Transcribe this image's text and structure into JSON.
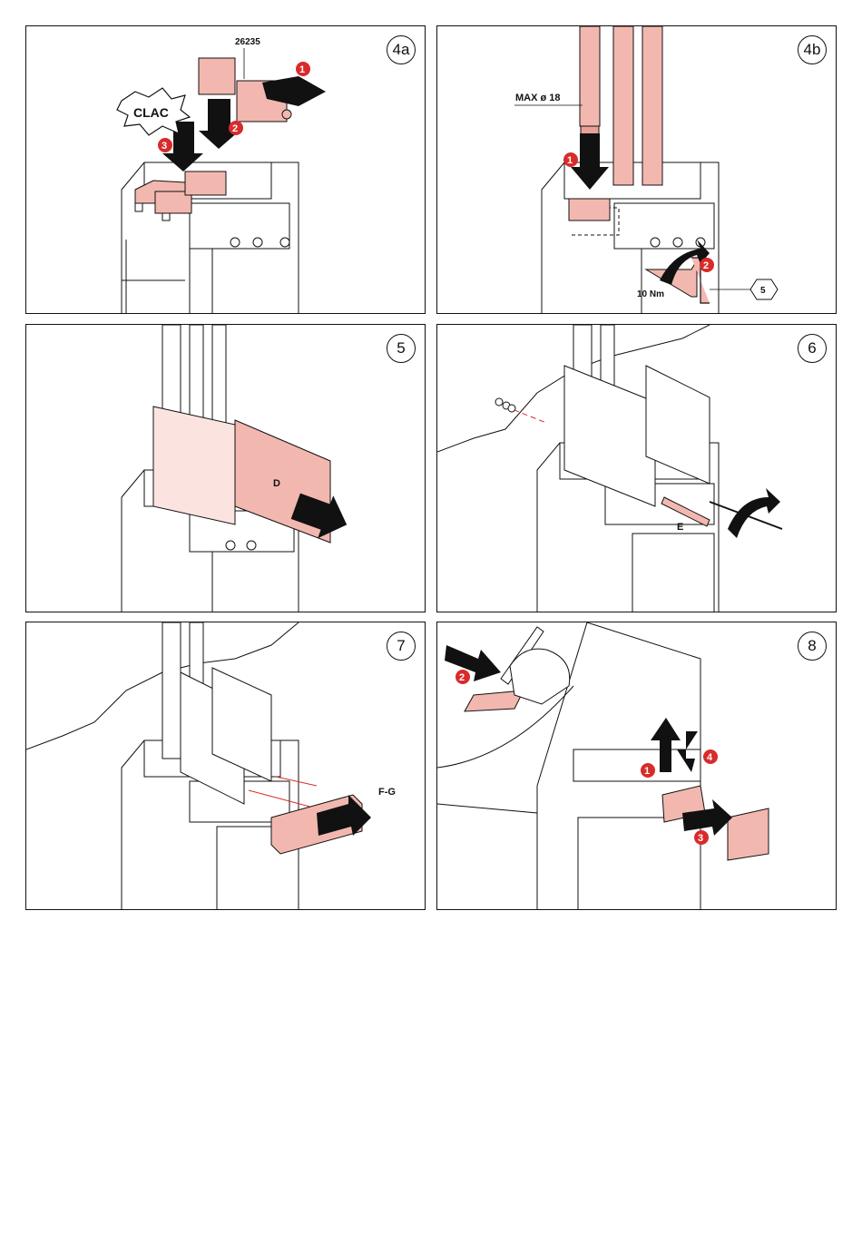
{
  "panels": [
    {
      "step": "4a",
      "part_number": "26235",
      "sound": "CLAC",
      "markers": [
        "1",
        "2",
        "3"
      ]
    },
    {
      "step": "4b",
      "cable_label": "MAX ø 18",
      "torque": "10 Nm",
      "tool_size": "5",
      "markers": [
        "1",
        "2"
      ]
    },
    {
      "step": "5",
      "part_label": "D"
    },
    {
      "step": "6",
      "part_label": "E"
    },
    {
      "step": "7",
      "part_label": "F-G"
    },
    {
      "step": "8",
      "markers": [
        "1",
        "2",
        "3",
        "4"
      ]
    }
  ],
  "colors": {
    "accent_pink": "#f2b8b0",
    "marker_red": "#d92b2b",
    "line": "#111111"
  }
}
